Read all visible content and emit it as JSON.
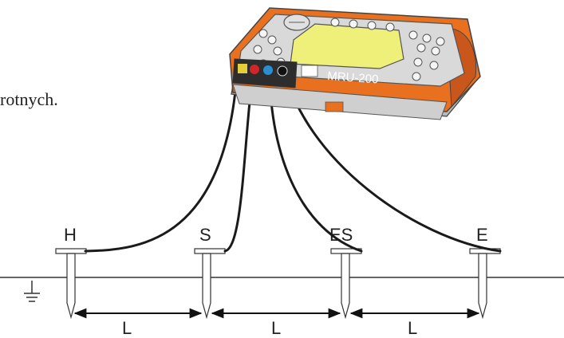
{
  "caption": "rotnych.",
  "device": {
    "model": "MRU-200",
    "body_color": "#e8701e",
    "screen_color": "#eef07a"
  },
  "electrodes": [
    {
      "label": "H"
    },
    {
      "label": "S"
    },
    {
      "label": "ES"
    },
    {
      "label": "E"
    }
  ],
  "distances": [
    {
      "label": "L"
    },
    {
      "label": "L"
    },
    {
      "label": "L"
    }
  ],
  "icons": {
    "ground": "ground-symbol-icon"
  }
}
